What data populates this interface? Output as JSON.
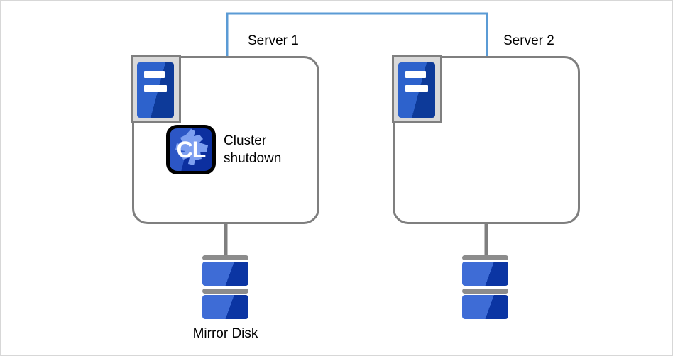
{
  "diagram": {
    "servers": [
      {
        "label": "Server 1"
      },
      {
        "label": "Server 2"
      }
    ],
    "annotation": {
      "icon_text": "CL",
      "label": "Cluster shutdown"
    },
    "disk_label": "Mirror Disk",
    "colors": {
      "interconnect_blue": "#5b9bd5",
      "box_border_gray": "#7f7f7f",
      "icon_panel_gray": "#d9d9d9",
      "server_tower_blue_light": "#2d62cc",
      "server_tower_blue_dark": "#0d3a99",
      "disk_blue_light": "#3e6cd6",
      "disk_blue_dark": "#0b35a3",
      "disk_cap_gray": "#8c8c8c",
      "cl_badge_blue": "#2c56c5",
      "cl_badge_blue_dark": "#0c2f9f",
      "cl_splat_blue": "#7d9ff0",
      "cl_border_black": "#000000",
      "text_black": "#000000",
      "canvas_border_gray": "#d7d7d7"
    }
  }
}
